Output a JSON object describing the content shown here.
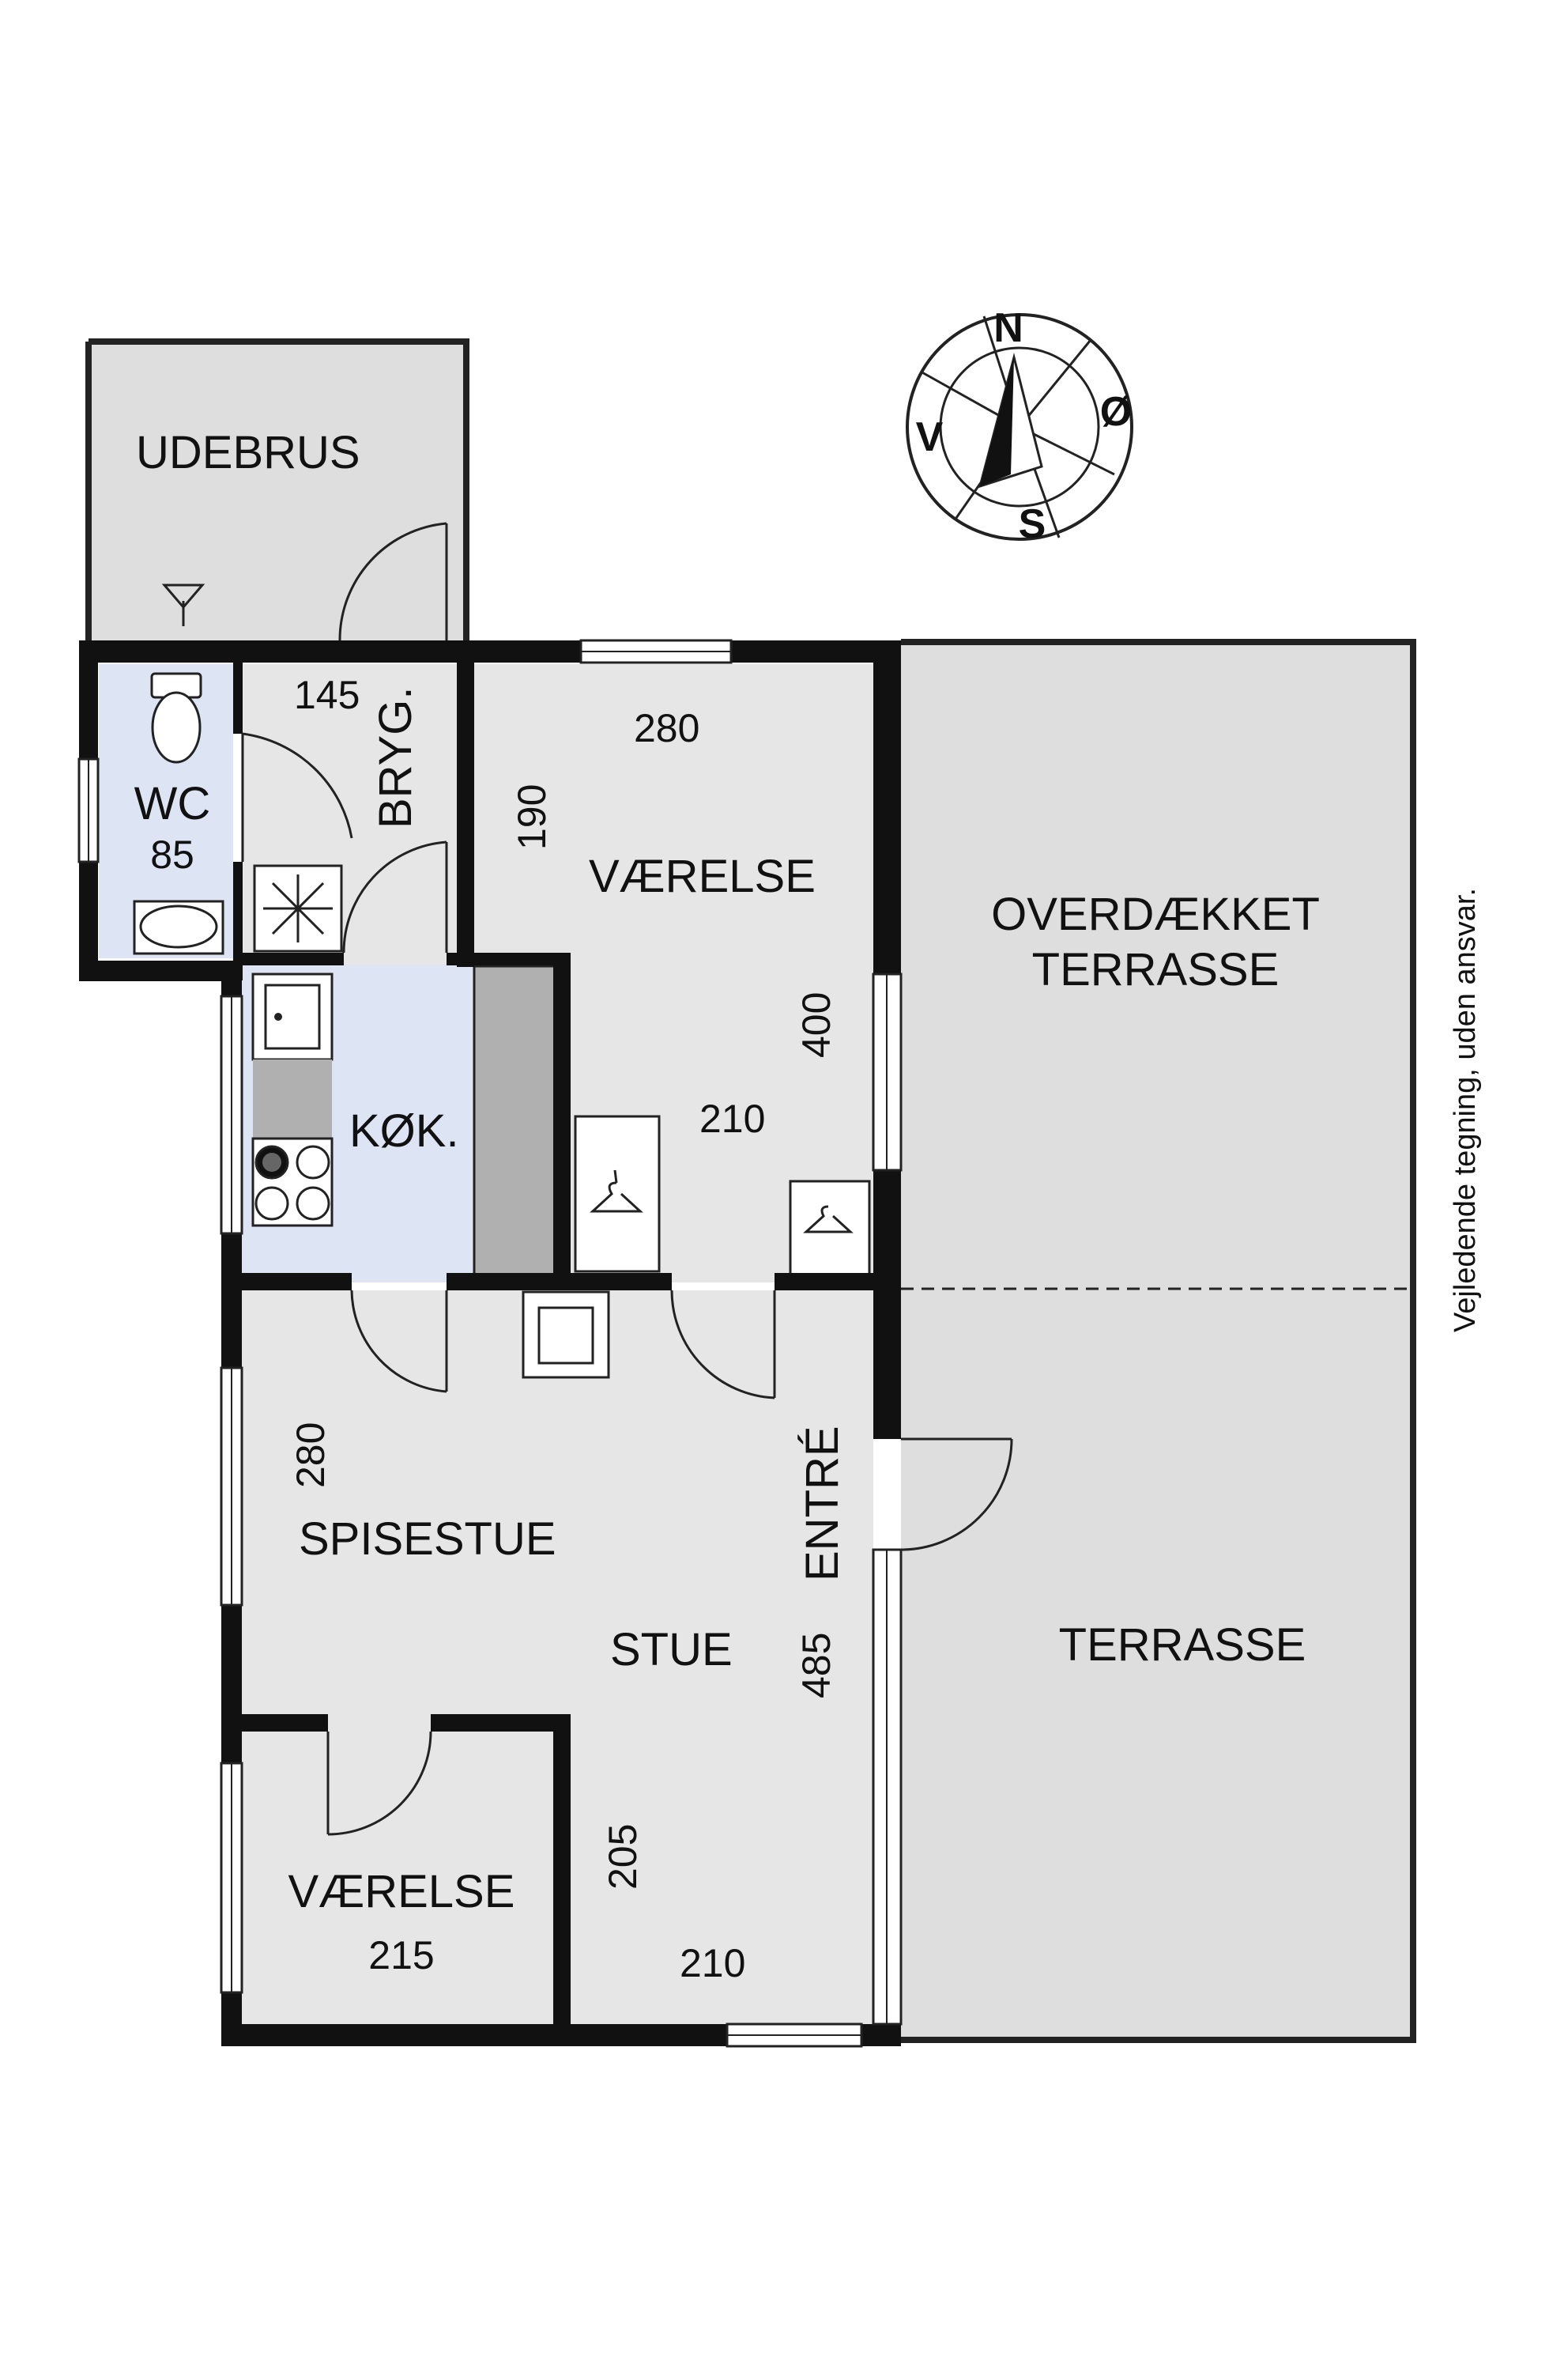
{
  "colors": {
    "wall": "#111111",
    "room": "#e6e6e6",
    "outdoor": "#dedede",
    "wet_room": "#dde4f4",
    "counter": "#b0b0b0",
    "fixture": "#f4f4f4"
  },
  "compass": {
    "n": "N",
    "e": "Ø",
    "s": "S",
    "w": "V"
  },
  "rooms": {
    "udebrus": "UDEBRUS",
    "wc": "WC",
    "wc_dim": "85",
    "bryg": "BRYG.",
    "bryg_dim": "145",
    "vaerelse1": "VÆRELSE",
    "vaerelse1_dim_w": "280",
    "vaerelse1_dim_h1": "190",
    "vaerelse1_dim_h2": "400",
    "vaerelse1_dim_d": "210",
    "overdaekket_line1": "OVERDÆKKET",
    "overdaekket_line2": "TERRASSE",
    "kok": "KØK.",
    "entre": "ENTRÉ",
    "spisestue": "SPISESTUE",
    "spisestue_dim": "280",
    "stue": "STUE",
    "stue_dim_h": "485",
    "stue_dim_h2": "205",
    "stue_dim_w": "210",
    "terrasse": "TERRASSE",
    "vaerelse2": "VÆRELSE",
    "vaerelse2_dim": "215"
  },
  "disclaimer": "Vejledende tegning, uden ansvar."
}
